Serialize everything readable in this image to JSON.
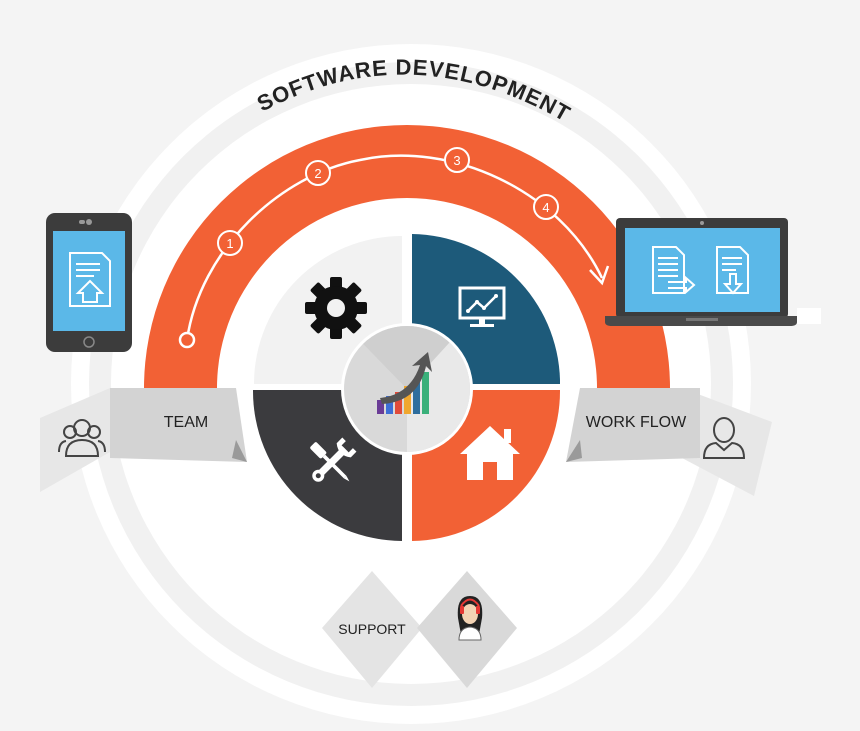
{
  "title": "SOFTWARE DEVELOPMENT",
  "steps": [
    "1",
    "2",
    "3",
    "4"
  ],
  "labels": {
    "team": "TEAM",
    "workflow": "WORK FLOW",
    "support": "SUPPORT"
  },
  "colors": {
    "accent_orange": "#f26135",
    "navy": "#1d5a7a",
    "dark_gray": "#3b3b3e",
    "light_panel": "#f2f2f2",
    "ribbon": "#d3d3d3",
    "device_screen": "#5bb8e8"
  },
  "icons": [
    "gear-icon",
    "monitor-chart-icon",
    "tools-icon",
    "home-icon",
    "growth-chart-icon",
    "mobile-document-upload-icon",
    "laptop-documents-icon",
    "team-icon",
    "user-icon",
    "support-agent-icon"
  ]
}
